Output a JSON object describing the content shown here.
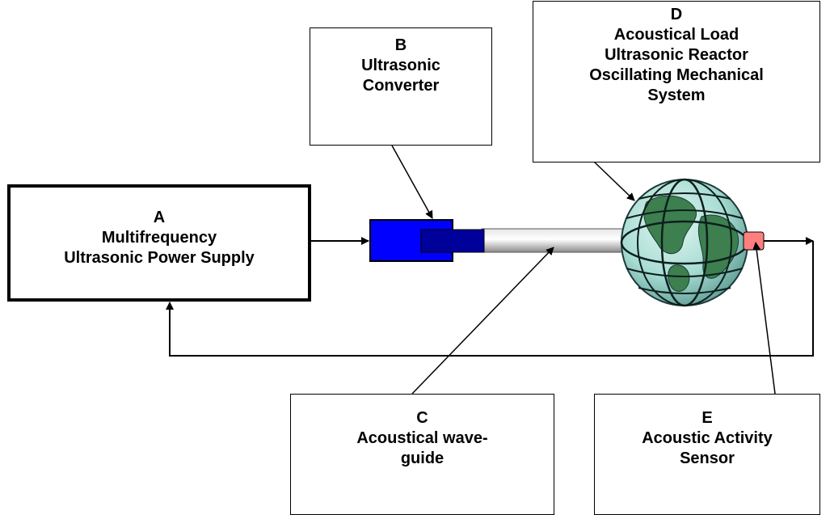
{
  "blocks": {
    "a": {
      "letter": "A",
      "line1": "Multifrequency",
      "line2": "Ultrasonic Power Supply"
    },
    "b": {
      "letter": "B",
      "line1": "Ultrasonic",
      "line2": "Converter"
    },
    "c": {
      "letter": "C",
      "line1": "Acoustical wave-",
      "line2": "guide"
    },
    "d": {
      "letter": "D",
      "line1": "Acoustical Load",
      "line2": "Ultrasonic Reactor",
      "line3": "Oscillating Mechanical",
      "line4": "System"
    },
    "e": {
      "letter": "E",
      "line1": "Acoustic Activity",
      "line2": "Sensor"
    }
  },
  "colors": {
    "converter_body": "#0000ff",
    "converter_core": "#00009a",
    "waveguide": "#c8c8c8",
    "sensor": "#ff7f7f",
    "globe_ocean": "#a6dcd2",
    "globe_land": "#3d7f4f",
    "lines": "#000000"
  },
  "icons": {
    "reactor": "globe-icon",
    "sensor": "sensor-icon"
  }
}
